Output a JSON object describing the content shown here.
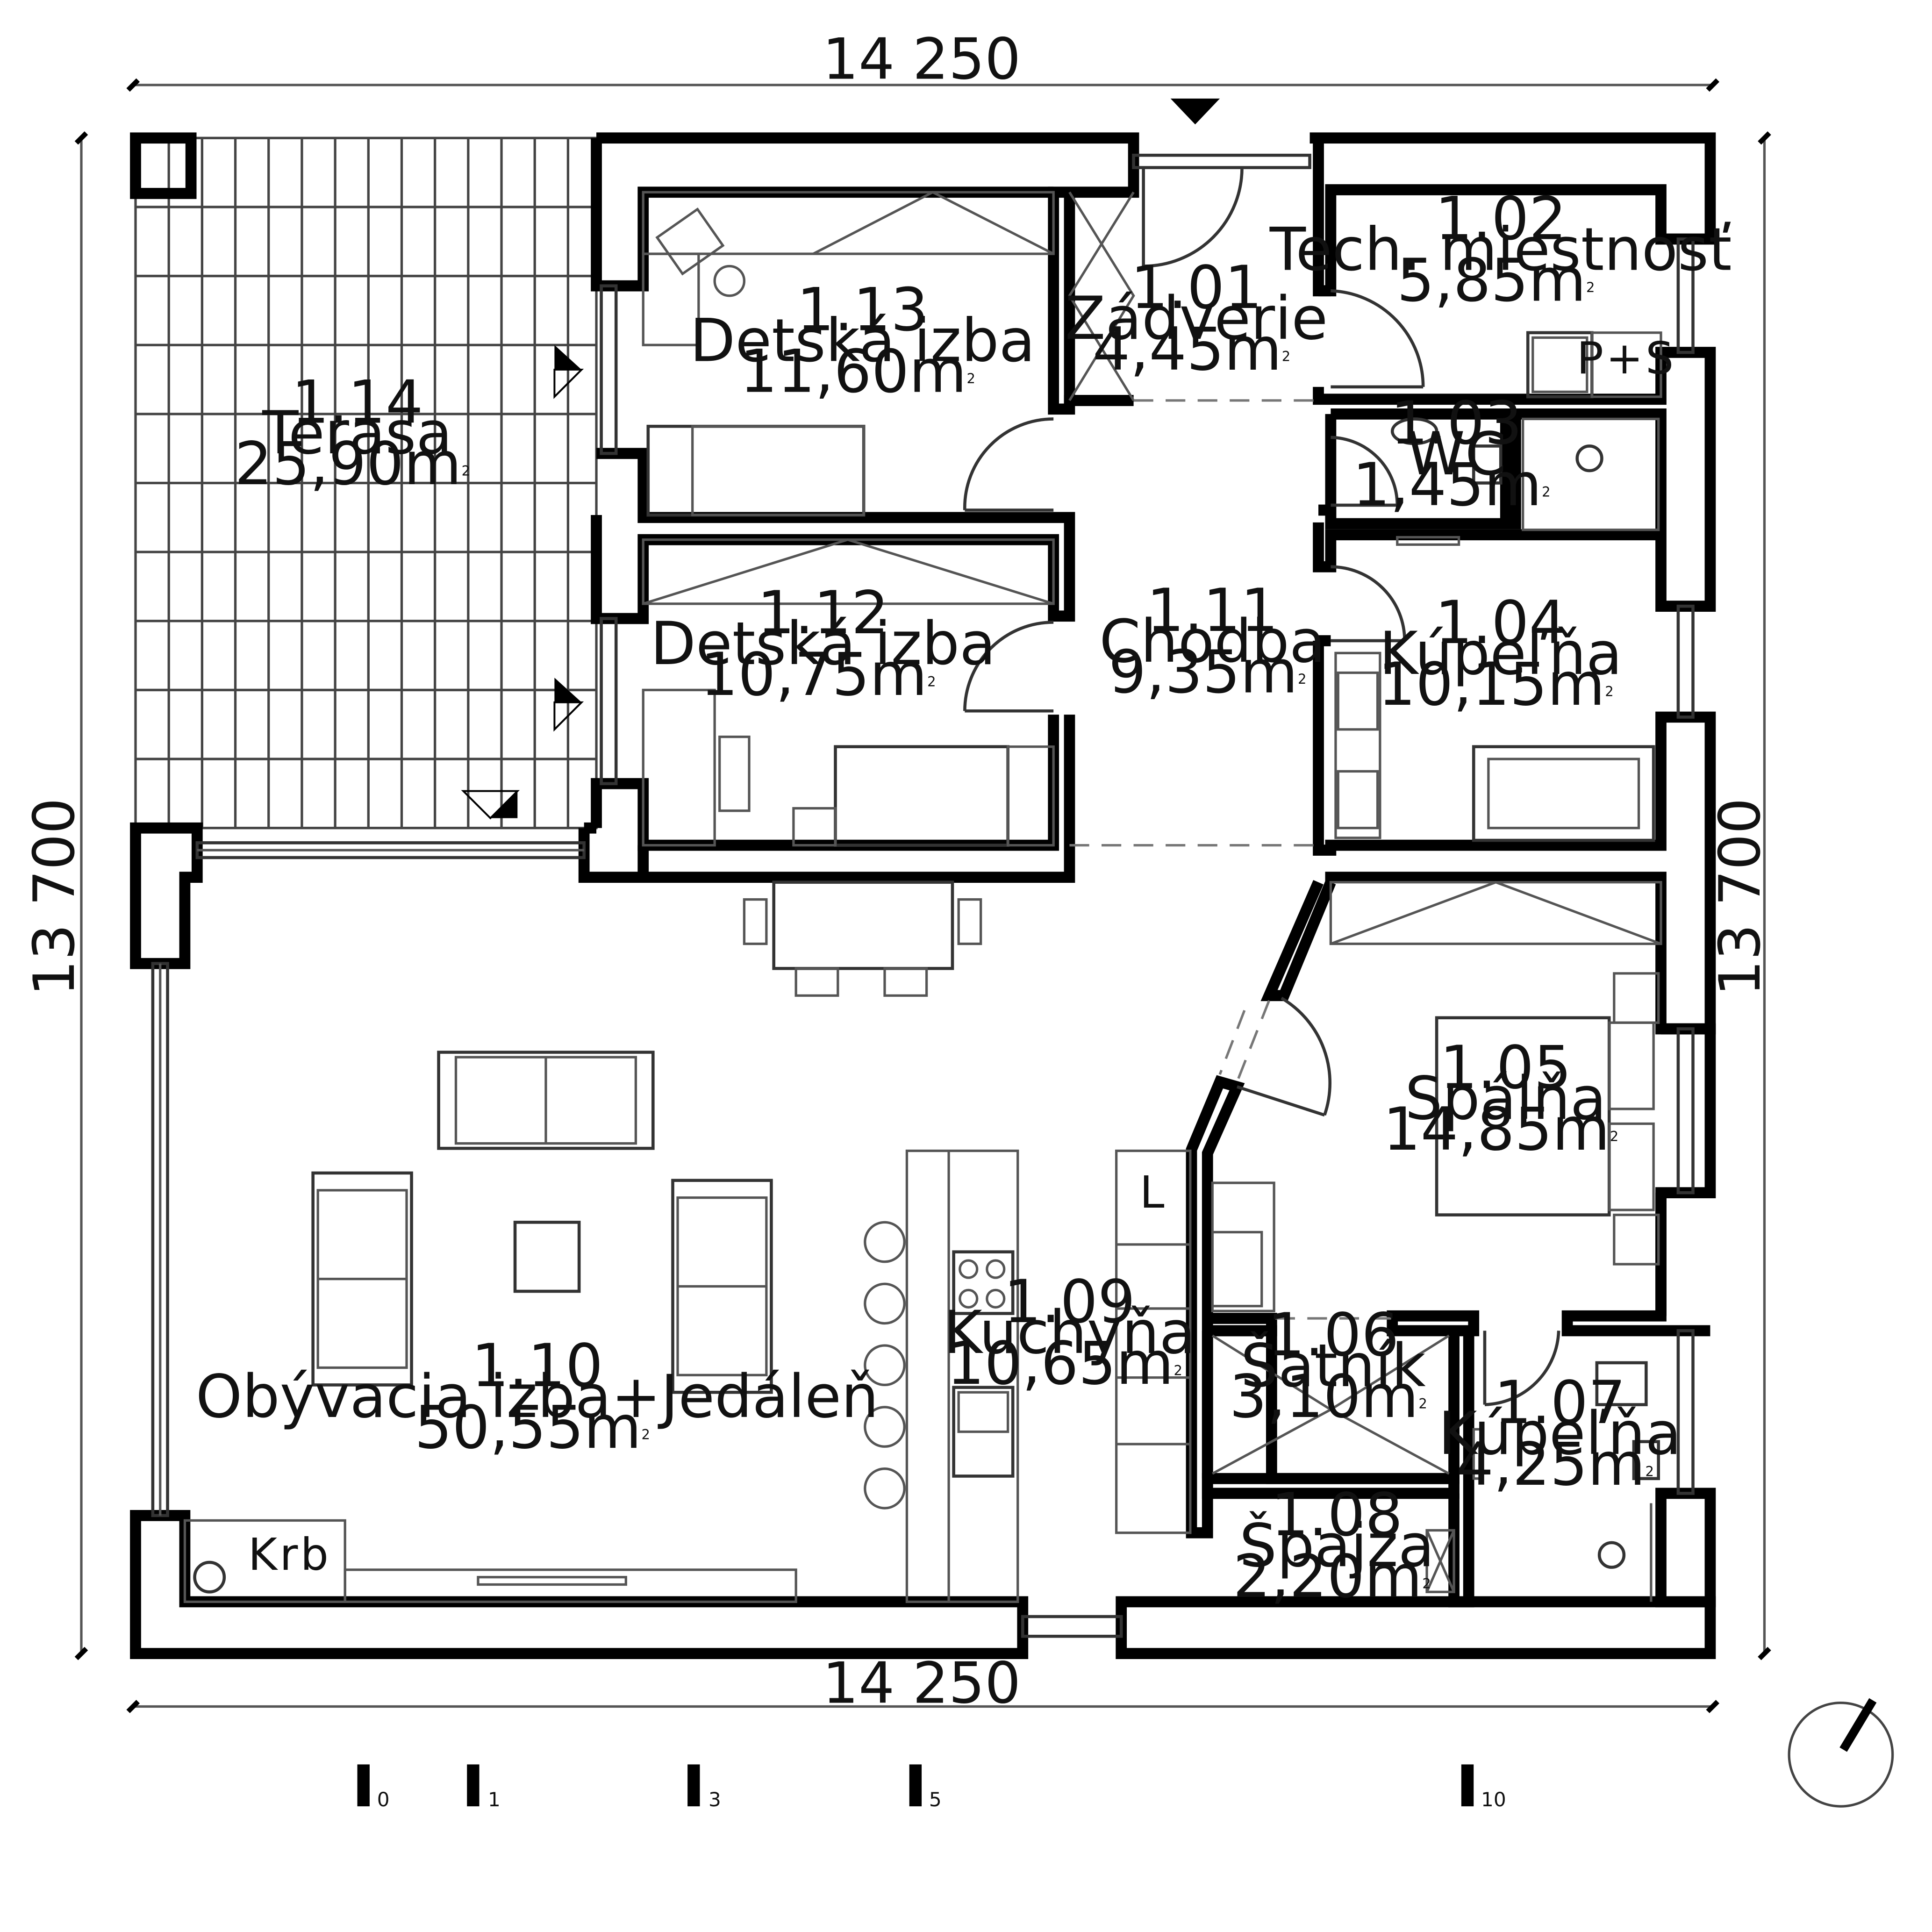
{
  "dimensions": {
    "top": "14 250",
    "bottom": "14 250",
    "left": "13 700",
    "right": "13 700"
  },
  "rooms": [
    {
      "number": "1.01",
      "name": "Zádverie",
      "area": "4,45m",
      "sup": "2"
    },
    {
      "number": "1.02",
      "name": "Tech. miestnosť",
      "area": "5,85m",
      "sup": "2"
    },
    {
      "number": "1.03",
      "name": "WC",
      "area": "1,45m",
      "sup": "2"
    },
    {
      "number": "1.04",
      "name": "Kúpeľňa",
      "area": "10,15m",
      "sup": "2"
    },
    {
      "number": "1.05",
      "name": "Spálňa",
      "area": "14,85m",
      "sup": "2"
    },
    {
      "number": "1.06",
      "name": "Šatník",
      "area": "3,10m",
      "sup": "2"
    },
    {
      "number": "1.07",
      "name": "Kúpeľňa",
      "area": "4,25m",
      "sup": "2"
    },
    {
      "number": "1.08",
      "name": "Špajza",
      "area": "2,20m",
      "sup": "2"
    },
    {
      "number": "1.09",
      "name": "Kuchyňa",
      "area": "10,65m",
      "sup": "2"
    },
    {
      "number": "1.10",
      "name": "Obývacia izba+Jedáleň",
      "area": "50,55m",
      "sup": "2"
    },
    {
      "number": "1.11",
      "name": "Chodba",
      "area": "9,35m",
      "sup": "2"
    },
    {
      "number": "1.12",
      "name": "Detská izba",
      "area": "10,75m",
      "sup": "2"
    },
    {
      "number": "1.13",
      "name": "Detská izba",
      "area": "11,60m",
      "sup": "2"
    },
    {
      "number": "1.14",
      "name": "Terasa",
      "area": "25,90m",
      "sup": "2"
    }
  ],
  "labels": {
    "fireplace": "Krb",
    "tech_unit": "P+S",
    "kitchen_mark": "L"
  },
  "scale_bar": [
    "0",
    "1",
    "3",
    "5",
    "10"
  ],
  "icons": {
    "entrance": "entrance-arrow-icon",
    "north": "north-arrow-icon"
  }
}
